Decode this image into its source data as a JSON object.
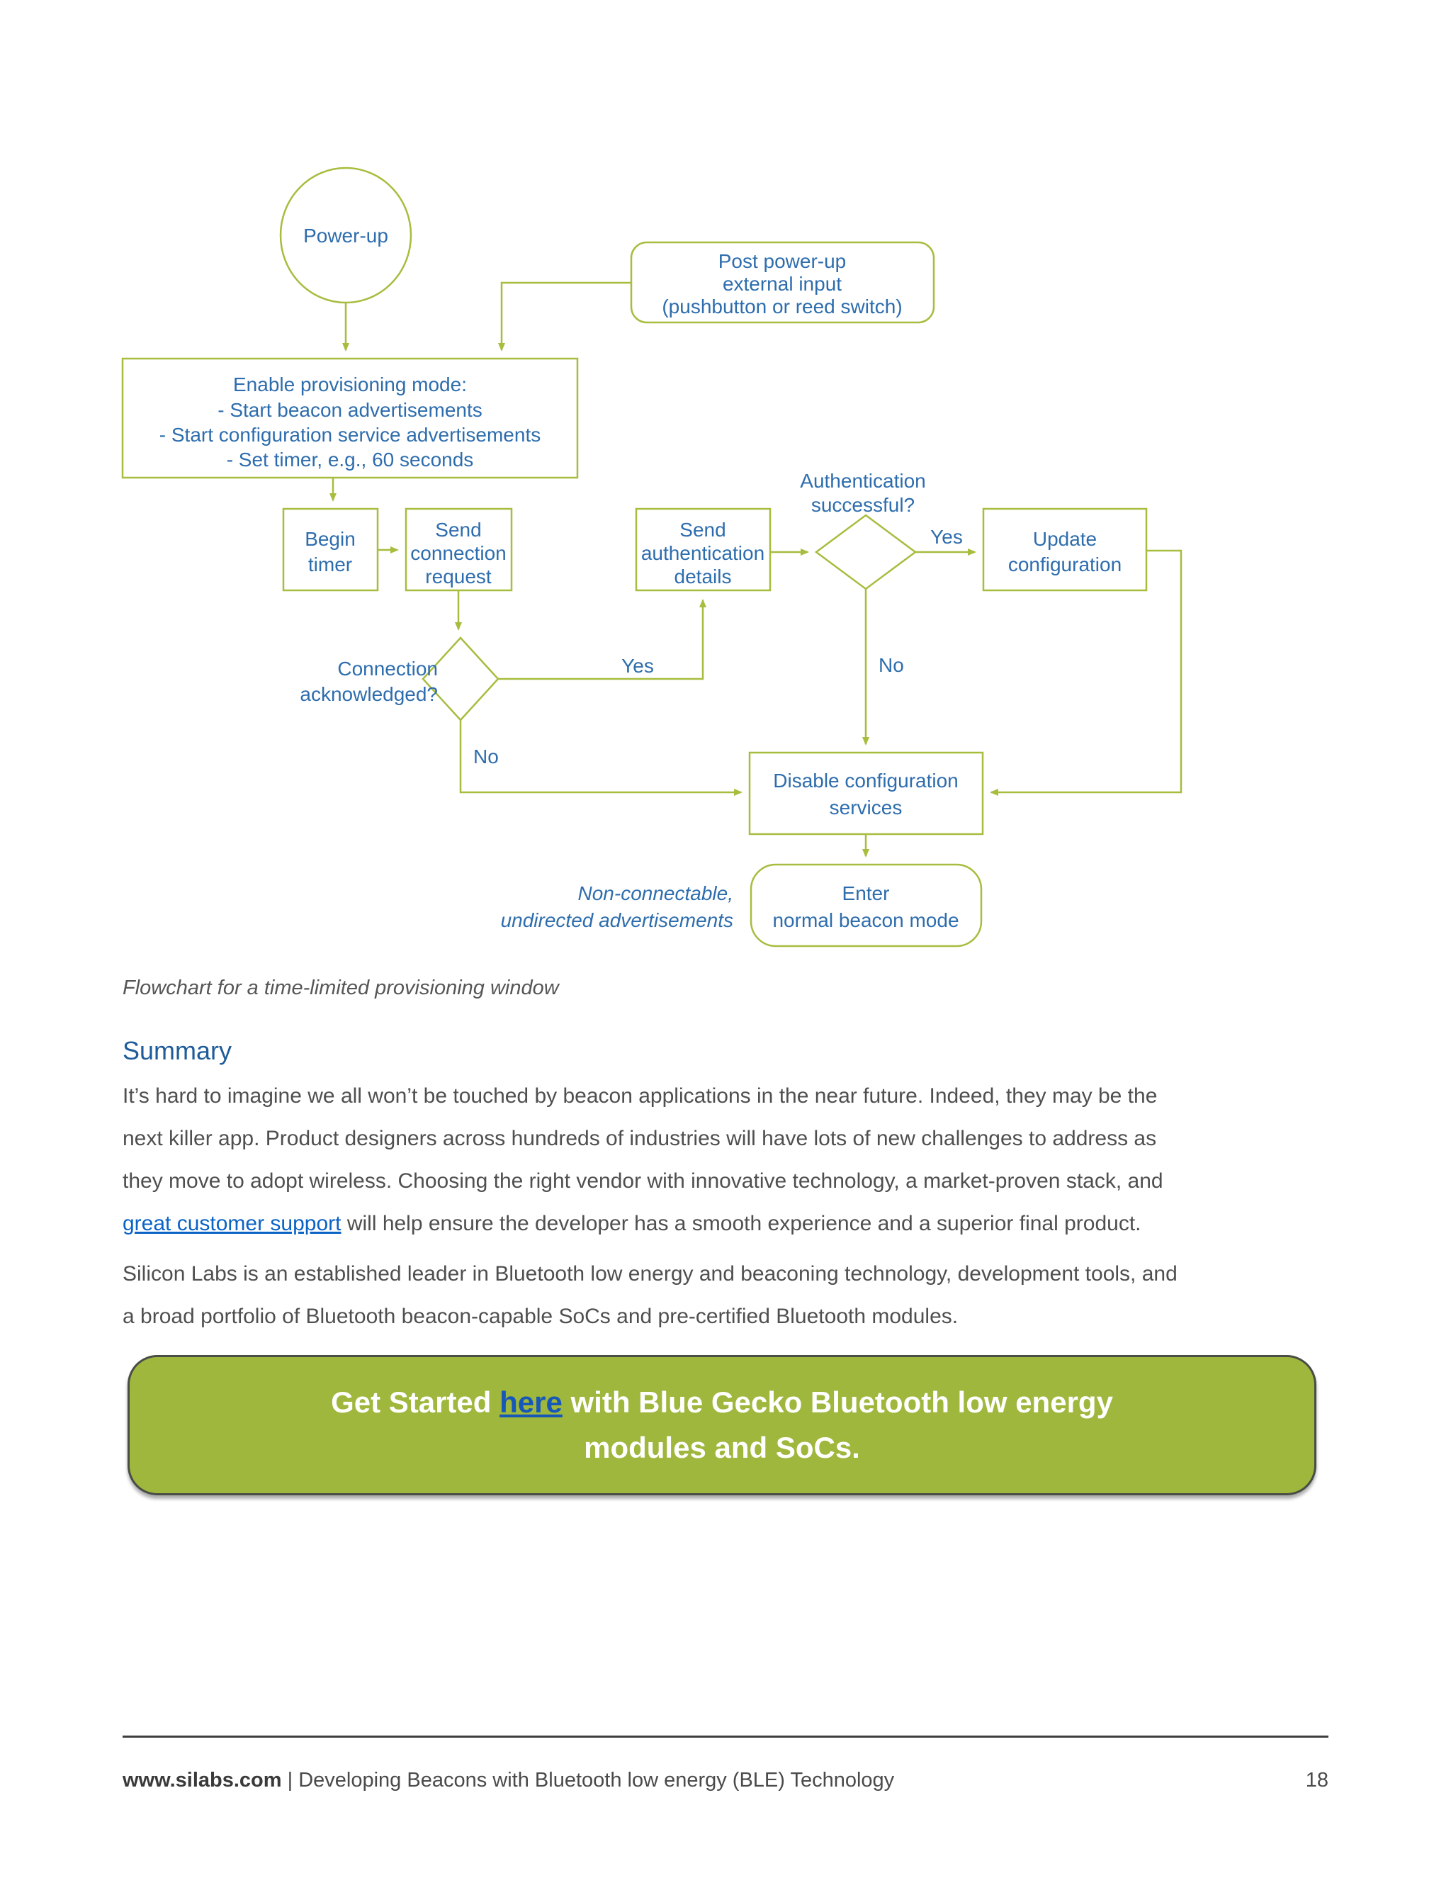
{
  "colors": {
    "accent_green": "#9eb73c",
    "flow_stroke": "#a6bd3e",
    "flow_text": "#2e6dad",
    "heading_blue": "#1f5c99",
    "link_blue": "#0b63c5",
    "body_text": "#4f4f4f"
  },
  "flowchart": {
    "nodes": {
      "power_up": {
        "lines": [
          "Power-up"
        ]
      },
      "post_power_up": {
        "lines": [
          "Post power-up",
          "external input",
          "(pushbutton or reed switch)"
        ]
      },
      "enable_provisioning": {
        "lines": [
          "Enable provisioning mode:",
          "- Start beacon advertisements",
          "- Start configuration service advertisements",
          "- Set timer, e.g., 60 seconds"
        ]
      },
      "begin_timer": {
        "lines": [
          "Begin",
          "timer"
        ]
      },
      "send_connection": {
        "lines": [
          "Send",
          "connection",
          "request"
        ]
      },
      "send_authentication": {
        "lines": [
          "Send",
          "authentication",
          "details"
        ]
      },
      "authentication_successful": {
        "lines": [
          "Authentication",
          "successful?"
        ]
      },
      "connection_acknowledged": {
        "lines": [
          "Connection",
          "acknowledged?"
        ]
      },
      "update_configuration": {
        "lines": [
          "Update",
          "configuration"
        ]
      },
      "disable_configuration": {
        "lines": [
          "Disable configuration",
          "services"
        ]
      },
      "enter_normal_beacon": {
        "lines": [
          "Enter",
          "normal beacon mode"
        ]
      }
    },
    "edge_labels": {
      "auth_yes": "Yes",
      "auth_no": "No",
      "conn_yes": "Yes",
      "conn_no": "No"
    },
    "annotation": {
      "lines": [
        "Non-connectable,",
        "undirected advertisements"
      ]
    }
  },
  "caption": "Flowchart for a time-limited provisioning window",
  "summary": {
    "heading": "Summary",
    "p1_lines": [
      "It’s hard to imagine we all won’t be touched by beacon applications in the near future. Indeed, they may be the",
      "next killer app. Product designers across hundreds of industries will have lots of new challenges to address as",
      "they move to adopt wireless. Choosing the right vendor with innovative technology, a market-proven stack, and"
    ],
    "p1_link": "great customer support",
    "p1_line4_rest": " will help ensure the developer has a smooth experience and a superior final product.",
    "p2_lines": [
      "Silicon Labs is an established leader in Bluetooth low energy and beaconing technology, development tools, and",
      "a broad portfolio of Bluetooth beacon-capable SoCs and pre-certified Bluetooth modules."
    ]
  },
  "cta": {
    "line1_prefix": "Get Started ",
    "link_text": "here",
    "line1_suffix": " with Blue Gecko Bluetooth low energy",
    "line2": "modules and SoCs."
  },
  "footer": {
    "site": "www.silabs.com",
    "doc_title": " | Developing Beacons with Bluetooth low energy (BLE) Technology",
    "page_number": "18"
  }
}
